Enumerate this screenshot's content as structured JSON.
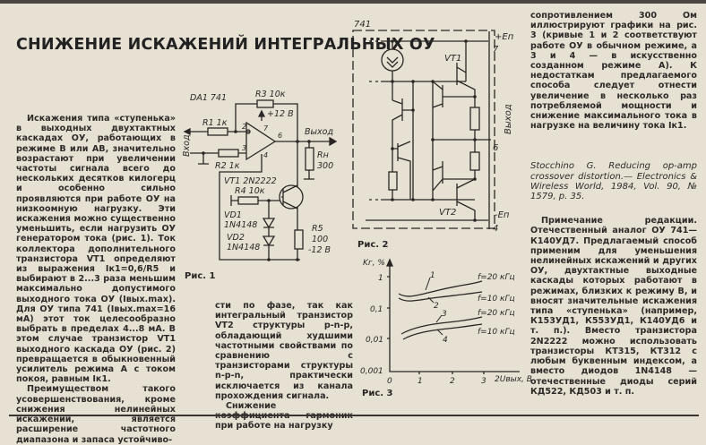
{
  "article": {
    "title": "СНИЖЕНИЕ ИСКАЖЕНИЙ ИНТЕГРАЛЬНЫХ ОУ",
    "col1": [
      "Искажения типа «ступенька» в выходных двухтактных каскадах ОУ, работающих в режиме В или АВ, значительно возрастают при увеличении частоты сигнала всего до нескольких десятков килогерц и особенно сильно проявляются при работе ОУ на низкоомную нагрузку. Эти искажения можно существенно уменьшить, если нагрузить ОУ генератором тока (рис. 1). Ток коллектора дополнительного транзистора VT1 определяют из выражения Iк1=0,6/R5 и выбирают в 2...3 раза меньшим максимально допустимого выходного тока ОУ (Iвых.max). Для ОУ типа 741 (Iвых.max=16 мА) этот ток целесообразно выбрать в пределах 4...8 мА. В этом случае транзистор VT1 выходного каскада ОУ (рис. 2) превращается в обыкновенный усилитель режима А с током покоя, равным Iк1.",
      "Преимуществом такого усовершенствования, кроме снижения нелинейных искажений, является расширение частотного диапазона и запаса устойчиво-"
    ],
    "col2": [
      "сти по фазе, так как интегральный транзистор VT2 структуры p-n-p, обладающий худшими частотными свойствами по сравнению с транзисторами структуры n-p-n, практически исключается из канала прохождения сигнала.",
      "Снижение коэффициента гармоник при работе на нагрузку"
    ],
    "col3": "сопротивлением 300 Ом иллюстрируют графики на рис. 3 (кривые 1 и 2 соответствуют работе ОУ в обычном режиме, а 3 и 4 — в искусственно созданном режиме А). К недостаткам предлагаемого способа следует отнести увеличение в несколько раз потребляемой мощности и снижение максимального тока в нагрузке на величину тока Iк1.",
    "reference": "Stocchino G. Reducing op-amp crossover distortion.— Electronics & Wireless World, 1984, Vol. 90, № 1579, p. 35.",
    "note_heading": "Примечание редакции.",
    "note": "Отечественный аналог ОУ 741—К140УД7. Предлагаемый способ применим для уменьшения нелинейных искажений и других ОУ, двухтактные выходные каскады которых работают в режимах, близких к режиму В, и вносят значительные искажения типа «ступенька» (например, К153УД1, К553УД1, К140УД6 и т. п.). Вместо транзистора 2N2222 можно использовать транзисторы КТ315, КТ312 с любым буквенным индексом, а вместо диодов 1N4148 — отечественные диоды серий КД522, КД503 и т. п."
  },
  "fig1": {
    "caption": "Рис. 1",
    "da": "DA1 741",
    "r3": "R3 10к",
    "r1": "R1 1к",
    "r2": "R2 1к",
    "vplus": "+12 В",
    "pin7": "7",
    "pin2": "2",
    "pin3": "3",
    "pin6": "6",
    "pin4": "4",
    "input": "Вход",
    "output": "Выход",
    "rn": "Rн",
    "rn_val": "300",
    "vt1": "VT1 2N2222",
    "r4": "R4 10к",
    "vd1": "VD1",
    "vd1_type": "1N4148",
    "vd2": "VD2",
    "vd2_type": "1N4148",
    "r5": "R5",
    "r5_val": "100",
    "vminus": "-12 В"
  },
  "fig2": {
    "caption": "Рис. 2",
    "chip": "741",
    "plus_e": "+Eп",
    "minus_e": "-Eп",
    "pin7": "7",
    "pin6": "6",
    "pin4": "4",
    "vt1": "VT1",
    "vt2": "VT2",
    "output": "Выход"
  },
  "fig3": {
    "caption": "Рис. 3",
    "ylabel": "Kг, %",
    "xlabel": "2Uвых, В",
    "yticks": [
      "1",
      "0,1",
      "0,01",
      "0,001"
    ],
    "xticks": [
      "0",
      "1",
      "2",
      "3"
    ],
    "curves": [
      {
        "label": "1",
        "f": "f=20 кГц"
      },
      {
        "label": "2",
        "f": "f=10 кГц"
      },
      {
        "label": "3",
        "f": "f=20 кГц"
      },
      {
        "label": "4",
        "f": "f=10 кГц"
      }
    ]
  }
}
